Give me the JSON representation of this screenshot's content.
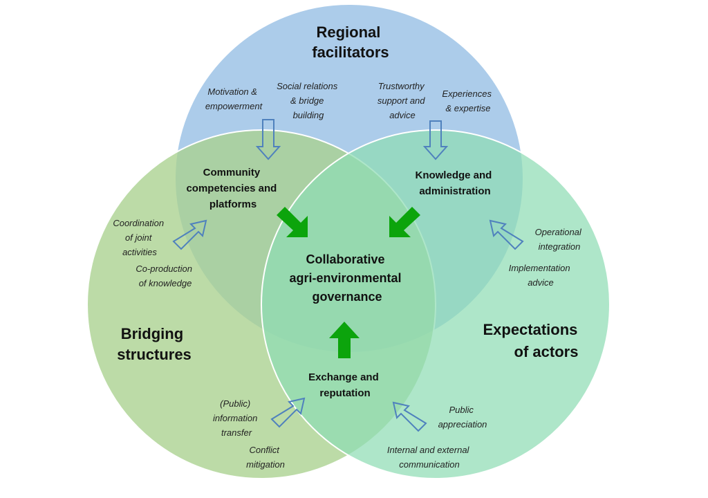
{
  "circles": {
    "top": {
      "title": [
        "Regional",
        "facilitators"
      ],
      "color": "#9dc3e6"
    },
    "left": {
      "title": [
        "Bridging",
        "structures"
      ],
      "color": "#a9d18e"
    },
    "right": {
      "title": [
        "Expectations",
        "of actors"
      ],
      "color": "#8fdcb4"
    }
  },
  "center": [
    "Collaborative",
    "agri-environmental",
    "governance"
  ],
  "intersections": {
    "top_left": [
      "Community",
      "competencies and",
      "platforms"
    ],
    "top_right": [
      "Knowledge and",
      "administration"
    ],
    "bottom": [
      "Exchange and",
      "reputation"
    ]
  },
  "factors": {
    "motivation": [
      "Motivation &",
      "empowerment"
    ],
    "social": [
      "Social relations",
      "& bridge",
      "building"
    ],
    "trustworthy": [
      "Trustworthy",
      "support and",
      "advice"
    ],
    "experiences": [
      "Experiences",
      "& expertise"
    ],
    "coordination": [
      "Coordination",
      "of joint",
      "activities"
    ],
    "coproduction": [
      "Co-production",
      "of knowledge"
    ],
    "operational": [
      "Operational",
      "integration"
    ],
    "implementation": [
      "Implementation",
      "advice"
    ],
    "public_info": [
      "(Public)",
      "information",
      "transfer"
    ],
    "conflict": [
      "Conflict",
      "mitigation"
    ],
    "public_appreciation": [
      "Public",
      "appreciation"
    ],
    "communication": [
      "Internal and external",
      "communication"
    ]
  },
  "colors": {
    "arrow_green": "#0ca40c",
    "outline_arrow": "#4f81bd"
  }
}
